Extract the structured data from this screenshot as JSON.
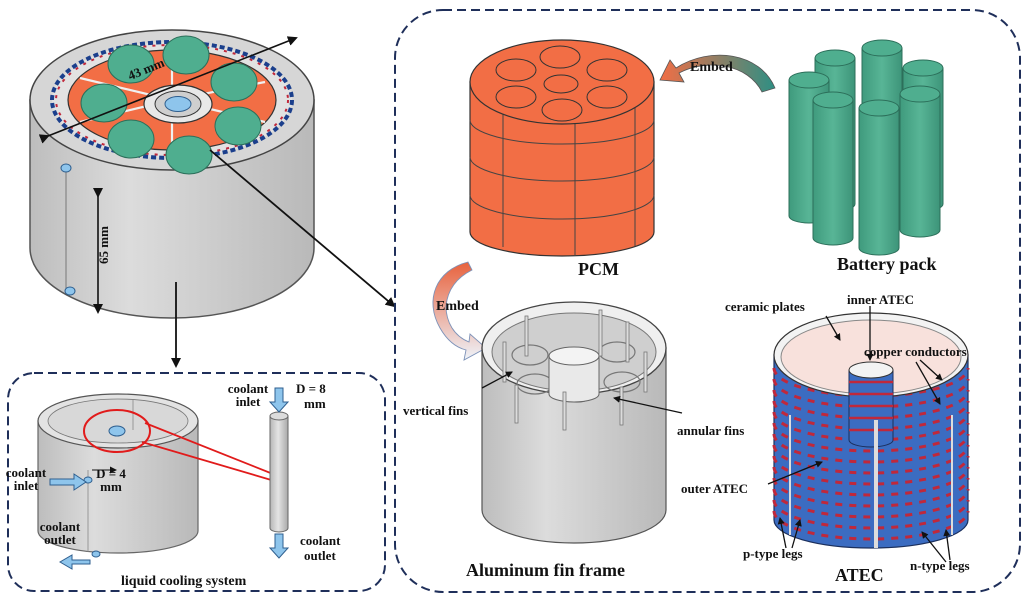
{
  "main": {
    "dim_diameter": "43 mm",
    "dim_height": "65 mm"
  },
  "cooling": {
    "title": "liquid cooling system",
    "inlet_left_line1": "coolant",
    "inlet_left_line2": "inlet",
    "outlet_left_line1": "coolant",
    "outlet_left_line2": "outlet",
    "dia_small_line1": "D = 4",
    "dia_small_line2": "mm",
    "inlet_right_line1": "coolant",
    "inlet_right_line2": "inlet",
    "dia_large_line1": "D = 8",
    "dia_large_line2": "mm",
    "outlet_right_line1": "coolant",
    "outlet_right_line2": "outlet"
  },
  "components": {
    "embed_top": "Embed",
    "embed_left": "Embed",
    "pcm": "PCM",
    "battery_pack": "Battery pack",
    "vertical_fins": "vertical fins",
    "annular_fins": "annular fins",
    "fin_frame": "Aluminum fin frame",
    "ceramic_plates": "ceramic plates",
    "inner_atec": "inner ATEC",
    "copper_conductors": "copper conductors",
    "outer_atec": "outer ATEC",
    "p_type_legs": "p-type legs",
    "n_type_legs": "n-type legs",
    "atec": "ATEC"
  },
  "colors": {
    "pcm_orange": "#f26e45",
    "battery_green": "#4fae8f",
    "housing_gray": "#d3d3d3",
    "frame_navy": "#1f2f5a",
    "cooling_red": "#e11b1b",
    "coolant_blue": "#8ec5ec",
    "n_leg_red": "#c0283b",
    "p_leg_blue": "#3b6cc1"
  }
}
